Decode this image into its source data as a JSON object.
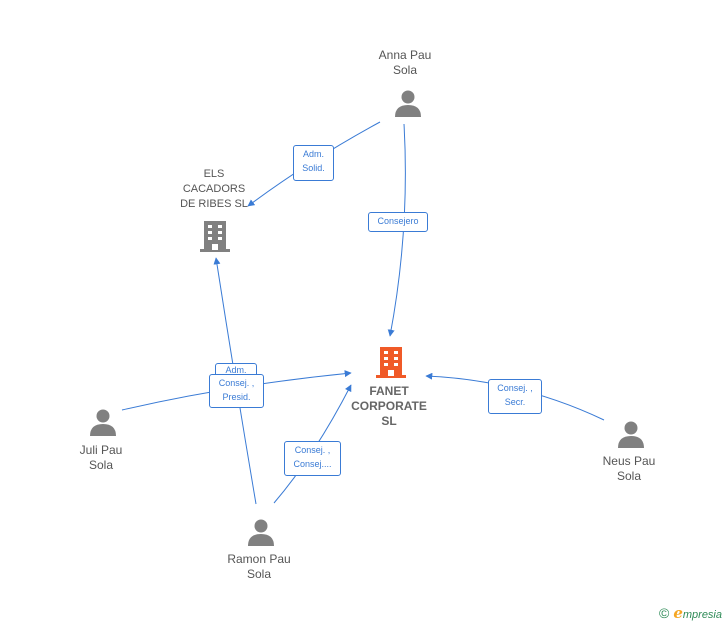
{
  "nodes": {
    "anna": {
      "label": "Anna Pau\nSola",
      "type": "person"
    },
    "els": {
      "label": "ELS\nCACADORS\nDE RIBES  SL",
      "type": "company"
    },
    "fanet": {
      "label": "FANET\nCORPORATE\nSL",
      "type": "company-main"
    },
    "juli": {
      "label": "Juli Pau\nSola",
      "type": "person"
    },
    "neus": {
      "label": "Neus Pau\nSola",
      "type": "person"
    },
    "ramon": {
      "label": "Ramon Pau\nSola",
      "type": "person"
    }
  },
  "edges": {
    "anna_els": "Adm.\nSolid.",
    "anna_fanet": "Consejero",
    "juli_fanet": "Consej. ,\nPresid.",
    "ramon_els": "Adm.",
    "ramon_fanet": "Consej. ,\nConsej....",
    "neus_fanet": "Consej. ,\nSecr."
  },
  "colors": {
    "edge": "#3a7bd5",
    "person_icon": "#808080",
    "company_icon": "#808080",
    "main_company_icon": "#f05a28"
  },
  "brand": {
    "copyright": "©",
    "e": "e",
    "rest": "mpresia"
  }
}
